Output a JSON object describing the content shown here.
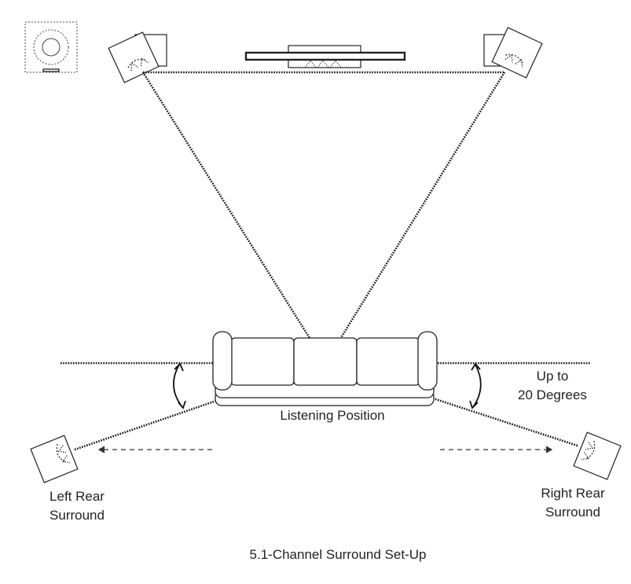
{
  "diagram": {
    "caption": "5.1-Channel Surround Set-Up",
    "labels": {
      "listening_position": "Listening Position",
      "angle_line1": "Up to",
      "angle_line2": "20 Degrees",
      "left_rear_line1": "Left Rear",
      "left_rear_line2": "Surround",
      "right_rear_line1": "Right Rear",
      "right_rear_line2": "Surround"
    },
    "icons": [
      "subwoofer-icon",
      "front-left-speaker-icon",
      "center-speaker-icon",
      "front-right-speaker-icon",
      "sofa-icon",
      "left-rear-speaker-icon",
      "right-rear-speaker-icon"
    ],
    "colors": {
      "line": "#111111",
      "text": "#222222"
    }
  }
}
